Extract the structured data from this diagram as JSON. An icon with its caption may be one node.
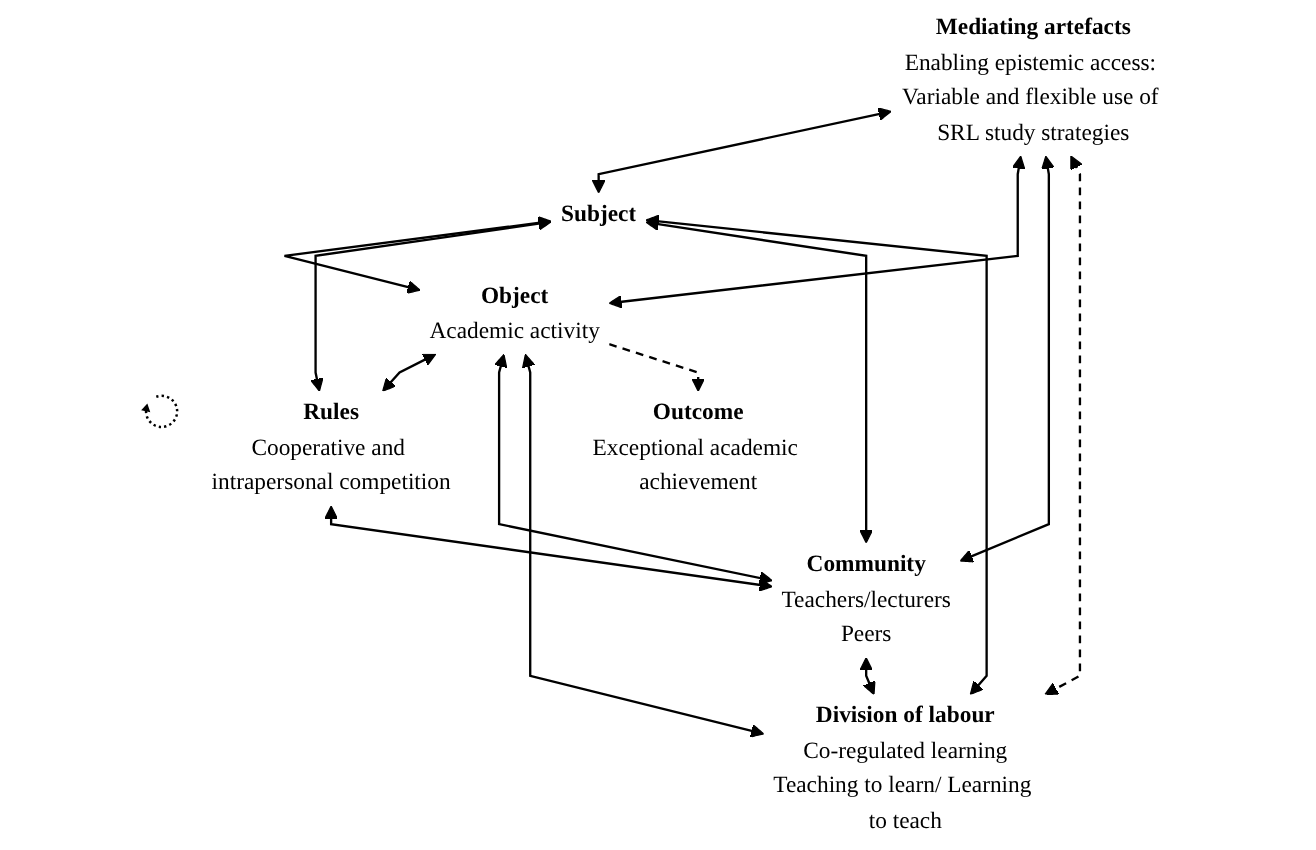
{
  "diagram": {
    "nodes": [
      {
        "text": [
          "Mediating artefacts",
          "Enabling epistemic access: Variable and flexible use of SRL study strategies"
        ]
      },
      {
        "text": [
          "Subject"
        ]
      },
      {
        "text": [
          "Object",
          "Academic activity"
        ]
      },
      {
        "text": [
          "Outcome",
          "Exceptional academic achievement"
        ]
      },
      {
        "text": [
          "Rules",
          "Cooperative and intrapersonal competition"
        ]
      },
      {
        "text": [
          "Community",
          "Teachers/lecturers",
          "Peers"
        ]
      },
      {
        "text": [
          "Division of labour",
          "Co-regulated learning",
          "Teaching to learn/ Learning to teach"
        ]
      }
    ],
    "edges": [
      {
        "from": 0,
        "to": 1,
        "arrow": "both"
      },
      {
        "from": 0,
        "to": 2,
        "arrow": "both"
      },
      {
        "from": 0,
        "to": 5,
        "arrow": "both"
      },
      {
        "from": 1,
        "to": 2,
        "arrow": "both"
      },
      {
        "from": 1,
        "to": 4,
        "arrow": "both"
      },
      {
        "from": 1,
        "to": 5,
        "arrow": "both"
      },
      {
        "from": 1,
        "to": 6,
        "arrow": "both"
      },
      {
        "from": 2,
        "to": 4,
        "arrow": "both"
      },
      {
        "from": 2,
        "to": 5,
        "arrow": "both"
      },
      {
        "from": 2,
        "to": 6,
        "arrow": "both"
      },
      {
        "from": 4,
        "to": 5,
        "arrow": "both"
      },
      {
        "from": 5,
        "to": 6,
        "arrow": "both"
      },
      {
        "from": 2,
        "to": 3,
        "arrow": "to",
        "style": "dashed"
      },
      {
        "from": 0,
        "to": 6,
        "arrow": "both",
        "style": "dashed"
      }
    ]
  }
}
